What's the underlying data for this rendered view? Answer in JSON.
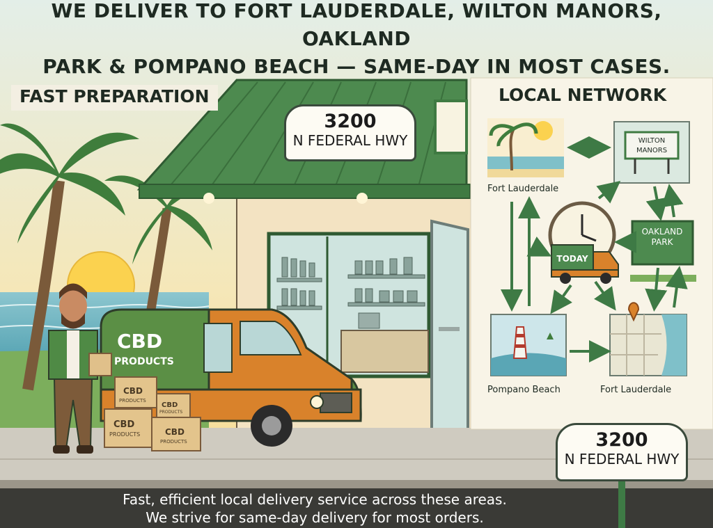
{
  "header": {
    "line1": "WE DELIVER TO FORT LAUDERDALE, WILTON MANORS, OAKLAND",
    "line2": "PARK & POMPANO BEACH — SAME-DAY IN MOST CASES."
  },
  "left_panel": {
    "title": "FAST PREPARATION"
  },
  "right_panel": {
    "title": "LOCAL NETWORK"
  },
  "store_sign": {
    "number": "3200",
    "street": "N FEDERAL HWY"
  },
  "street_sign": {
    "number": "3200",
    "street": "N FEDERAL HWY"
  },
  "van": {
    "line1": "CBD",
    "line2": "PRODUCTS"
  },
  "boxes": {
    "label1": "CBD",
    "label2": "PRODUCTS"
  },
  "network": {
    "fort_lauderdale_top": "Fort Lauderdale",
    "wilton_manors_sign": [
      "WILTON",
      "MANORS"
    ],
    "oakland_park_sign": [
      "OAKLAND",
      "PARK"
    ],
    "truck_label": "TODAY",
    "pompano_beach": "Pompano Beach",
    "fort_lauderdale_bottom": "Fort Lauderdale"
  },
  "footer": {
    "line1": "Fast, efficient local delivery service across these areas.",
    "line2": "We strive for same-day delivery for most orders."
  },
  "colors": {
    "store_green": "#4a8a4e",
    "van_green": "#5b8f45",
    "van_orange": "#d9822b",
    "arrow_green": "#3e7a45",
    "footer_bg": "#3a3a36"
  }
}
